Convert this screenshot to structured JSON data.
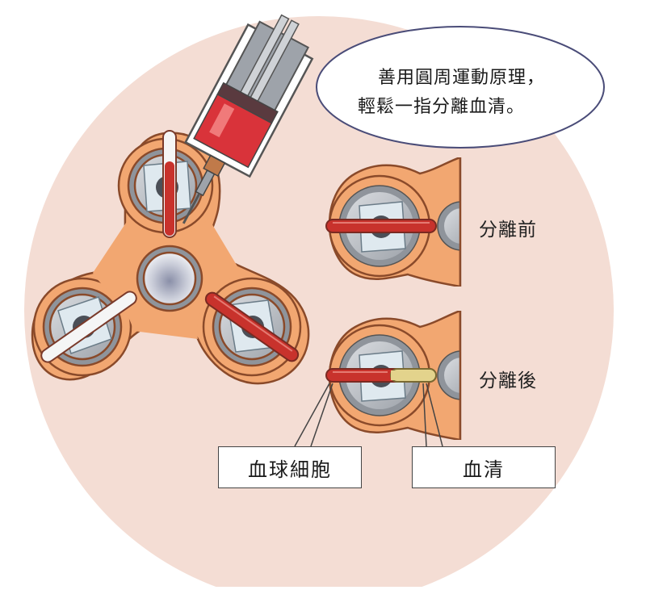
{
  "bubble": {
    "line1": "善用圓周運動原理，",
    "line2": "輕鬆一指分離血清。"
  },
  "labels": {
    "before": "分離前",
    "after": "分離後",
    "blood_cells": "血球細胞",
    "serum": "血清"
  },
  "colors": {
    "background_disc": "#f4ddd4",
    "spinner_body": "#f2a771",
    "spinner_outline": "#8a4a2a",
    "bearing_metal": "#b6bac0",
    "blood_red": "#c8322c",
    "serum_yellow": "#e3d38c",
    "syringe_red": "#d9333a"
  }
}
